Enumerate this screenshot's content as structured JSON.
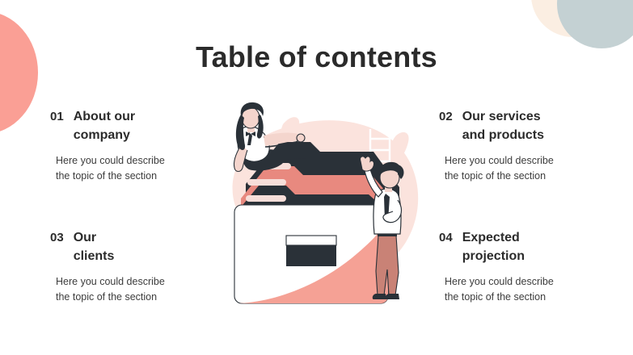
{
  "slide": {
    "title": "Table of contents",
    "background_color": "#ffffff"
  },
  "palette": {
    "coral": "#fa9f95",
    "light_pink": "#fbe3dd",
    "dark_navy": "#2a3138",
    "salmon": "#e8897f",
    "gray_blue": "#c4d1d3",
    "cream": "#fbeee2",
    "text_dark": "#2b2b2b",
    "text_body": "#3c3c3c"
  },
  "contents": [
    {
      "number": "01",
      "title": "About our\ncompany",
      "description": "Here you could describe\nthe topic of the section"
    },
    {
      "number": "02",
      "title": "Our services\nand products",
      "description": "Here you could describe\nthe topic of the section"
    },
    {
      "number": "03",
      "title": "Our\nclients",
      "description": "Here you could describe\nthe topic of the section"
    },
    {
      "number": "04",
      "title": "Expected\nprojection",
      "description": "Here you could describe\nthe topic of the section"
    }
  ],
  "illustration": {
    "name": "people-with-large-folder-illustration",
    "elements": [
      "woman-sitting-on-folder",
      "man-standing-beside-folder",
      "large-file-folder",
      "folder-label-card",
      "pink-background-blob",
      "ladder-outline"
    ]
  },
  "decorations": [
    {
      "name": "coral-blob-left"
    },
    {
      "name": "cream-circle-top-right"
    },
    {
      "name": "gray-circle-top-right"
    }
  ]
}
